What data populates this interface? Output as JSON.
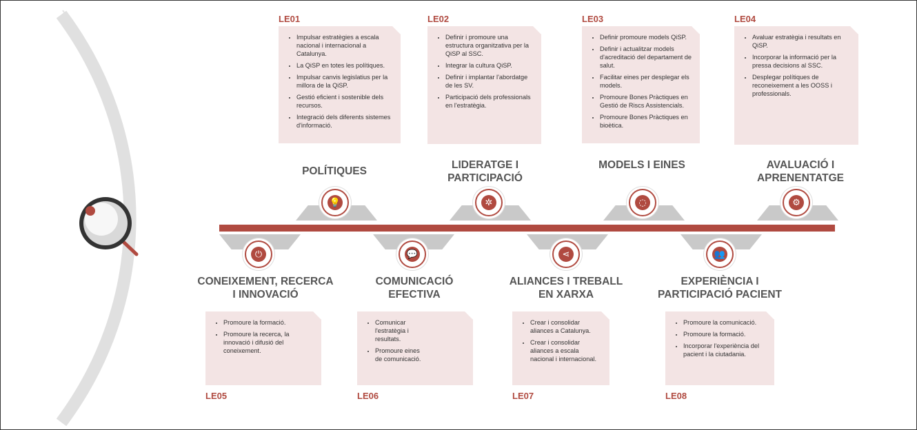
{
  "axes": {
    "top": [
      {
        "code": "LE01",
        "title": "POLÍTIQUES",
        "icon": "lightbulb-icon",
        "glyph": "💡",
        "items": [
          "Impulsar estratègies a escala nacional i internacional a Catalunya.",
          "La QiSP en totes les polítiques.",
          "Impulsar canvis legislatius per la millora de la QiSP.",
          "Gestió eficient i sostenible dels recursos.",
          "Integració dels diferents sistemes d'informació."
        ]
      },
      {
        "code": "LE02",
        "title": "LIDERATGE I PARTICIPACIÓ",
        "icon": "network-icon",
        "glyph": "✲",
        "items": [
          "Definir i promoure una estructura organitzativa per la QiSP al SSC.",
          "Integrar la cultura QiSP.",
          "Definir i implantar l'abordatge de les SV.",
          "Participació dels professionals en l'estratègia."
        ]
      },
      {
        "code": "LE03",
        "title": "MODELS I EINES",
        "icon": "cycle-icon",
        "glyph": "◌",
        "items": [
          "Definir promoure models QiSP.",
          "Definir i actualitzar models d'acreditació del departament de salut.",
          "Facilitar eines per desplegar els models.",
          "Promoure Bones Pràctiques en Gestió de Riscs Assistencials.",
          "Promoure Bones Pràctiques en bioètica."
        ]
      },
      {
        "code": "LE04",
        "title": "AVALUACIÓ I APRENENTATGE",
        "icon": "gear-cycle-icon",
        "glyph": "⚙",
        "items": [
          "Avaluar estratègia i resultats en QiSP.",
          "Incorporar la informació per la pressa decisions al SSC.",
          "Desplegar polítiques de reconeixement a les OOSS i professionals."
        ]
      }
    ],
    "bottom": [
      {
        "code": "LE05",
        "title": "CONEIXEMENT, RECERCA I INNOVACIÓ",
        "icon": "plug-icon",
        "glyph": "⏻",
        "items": [
          "Promoure la formació.",
          "Promoure la recerca, la innovació i difusió del coneixement."
        ]
      },
      {
        "code": "LE06",
        "title": "COMUNICACIÓ EFECTIVA",
        "icon": "chat-icon",
        "glyph": "💬",
        "items": [
          "Comunicar l'estratègia i resultats.",
          "Promoure eines de comunicació."
        ]
      },
      {
        "code": "LE07",
        "title": "ALIANCES I TREBALL EN XARXA",
        "icon": "share-icon",
        "glyph": "⋖",
        "items": [
          "Crear i consolidar aliances a Catalunya.",
          "Crear i consolidar aliances a escala nacional i internacional."
        ]
      },
      {
        "code": "LE08",
        "title": "EXPERIÈNCIA I PARTICIPACIÓ PACIENT",
        "icon": "people-icon",
        "glyph": "👥",
        "items": [
          "Promoure la comunicació.",
          "Promoure la formació.",
          "Incorporar l'experiència del pacient i la ciutadania."
        ]
      }
    ]
  },
  "colors": {
    "accent": "#b04a40",
    "card": "#f3e4e4",
    "title": "#555555",
    "tab": "#c9c9c9"
  }
}
